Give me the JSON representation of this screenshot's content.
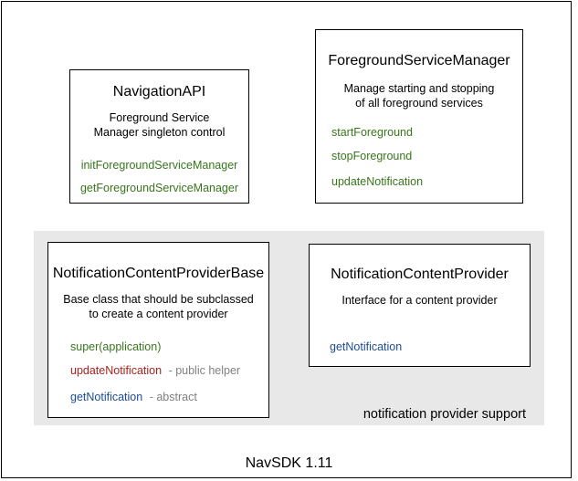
{
  "colors": {
    "green": "#38761d",
    "red": "#a8231e",
    "blue": "#1e4b96",
    "gray": "#808080",
    "panel_bg": "#e8e8e8"
  },
  "footer": {
    "label": "NavSDK 1.11"
  },
  "group": {
    "label": "notification provider support"
  },
  "boxes": [
    {
      "title": "NavigationAPI",
      "description": [
        "Foreground Service",
        "Manager singleton control"
      ],
      "methods": [
        {
          "name": "initForegroundServiceManager"
        },
        {
          "name": "getForegroundServiceManager"
        }
      ]
    },
    {
      "title": "ForegroundServiceManager",
      "description": [
        "Manage starting and stopping",
        "of all foreground services"
      ],
      "methods": [
        {
          "name": "startForeground"
        },
        {
          "name": "stopForeground"
        },
        {
          "name": "updateNotification"
        }
      ]
    },
    {
      "title": "NotificationContentProviderBase",
      "description": [
        "Base class that should be subclassed",
        "to create a content provider"
      ],
      "methods": [
        {
          "name": "super(application)"
        },
        {
          "name": "updateNotification",
          "annotation": "- public helper"
        },
        {
          "name": "getNotification",
          "annotation": "- abstract"
        }
      ]
    },
    {
      "title": "NotificationContentProvider",
      "description": [
        "Interface for a content provider"
      ],
      "methods": [
        {
          "name": "getNotification"
        }
      ]
    }
  ]
}
